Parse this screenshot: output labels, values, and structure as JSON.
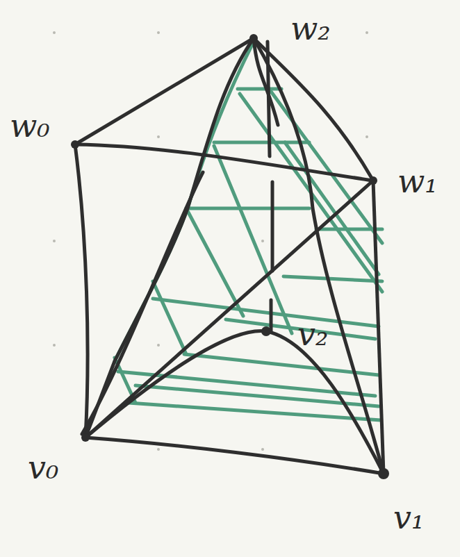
{
  "diagram": {
    "labels": [
      "w₂",
      "w₀",
      "w₁",
      "v₂",
      "v₀",
      "v₁"
    ]
  }
}
